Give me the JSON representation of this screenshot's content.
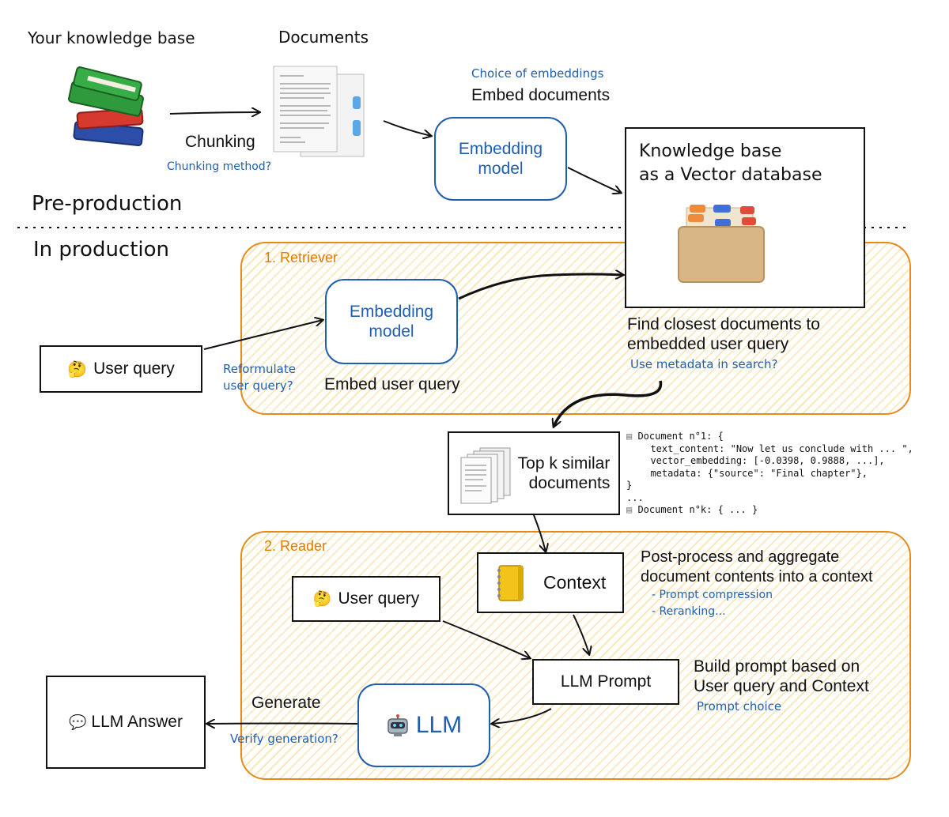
{
  "top": {
    "knowledge_base_label": "Your knowledge base",
    "documents_label": "Documents",
    "chunking_label": "Chunking",
    "chunking_method_note": "Chunking method?",
    "choice_embeddings_note": "Choice of embeddings",
    "embed_documents_label": "Embed documents",
    "embedding_model_label": "Embedding\nmodel",
    "vector_db_title_line1": "Knowledge base",
    "vector_db_title_line2": "as a Vector database"
  },
  "sections": {
    "pre_production": "Pre-production",
    "in_production": "In production"
  },
  "retriever": {
    "zone_label": "1. Retriever",
    "user_query_label": "User query",
    "reformulate_note": "Reformulate\nuser query?",
    "embedding_model_label": "Embedding\nmodel",
    "embed_user_query_label": "Embed user query",
    "find_closest_label": "Find closest documents to\nembedded user query",
    "metadata_note": "Use metadata in search?"
  },
  "topk": {
    "label": "Top k similar\ndocuments",
    "code_lines": [
      "Document n°1: {",
      "  text_content: \"Now let us conclude with ... \",",
      "  vector_embedding: [-0.0398, 0.9888, ...],",
      "  metadata: {\"source\": \"Final chapter\"},",
      "}",
      "...",
      "Document n°k: { ... }"
    ]
  },
  "reader": {
    "zone_label": "2. Reader",
    "context_label": "Context",
    "postprocess_label": "Post-process and aggregate\ndocument contents into a context",
    "prompt_compression_note": "- Prompt compression",
    "reranking_note": "- Reranking...",
    "user_query_label": "User query",
    "llm_prompt_label": "LLM Prompt",
    "build_prompt_label": "Build prompt based on\nUser query and Context",
    "prompt_choice_note": "Prompt choice",
    "llm_label": "LLM",
    "generate_label": "Generate",
    "verify_note": "Verify generation?",
    "llm_answer_label": "LLM Answer"
  },
  "colors": {
    "accent_blue": "#1f5fb0",
    "zone_orange": "#e88a1a",
    "hatch_yellow": "#f4c450"
  },
  "icons": [
    "books-icon",
    "documents-icon",
    "file-cabinet-icon",
    "thinking-face-icon",
    "stacked-documents-icon",
    "notebook-icon",
    "robot-icon",
    "speech-bubble-icon",
    "document-icon"
  ]
}
